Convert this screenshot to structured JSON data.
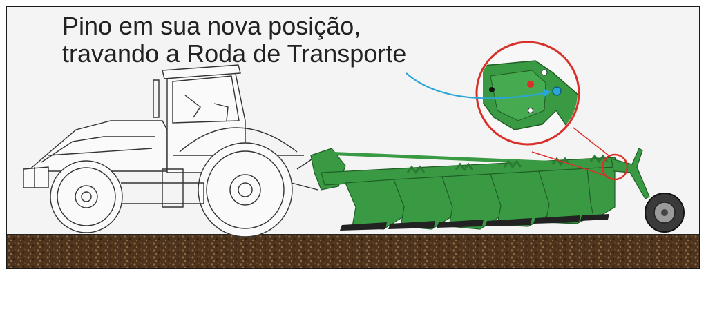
{
  "caption": {
    "line1": "Pino em sua nova posição,",
    "line2": "travando a Roda de Transporte"
  },
  "colors": {
    "plow_green": "#3a9a44",
    "callout_red": "#d9302a",
    "arrow_blue": "#2aa6d6",
    "soil": "#5a3a22"
  },
  "icons": {
    "tractor": "tractor-drawing",
    "plow": "plow-drawing",
    "wheel": "transport-wheel",
    "pin": "locking-pin"
  }
}
